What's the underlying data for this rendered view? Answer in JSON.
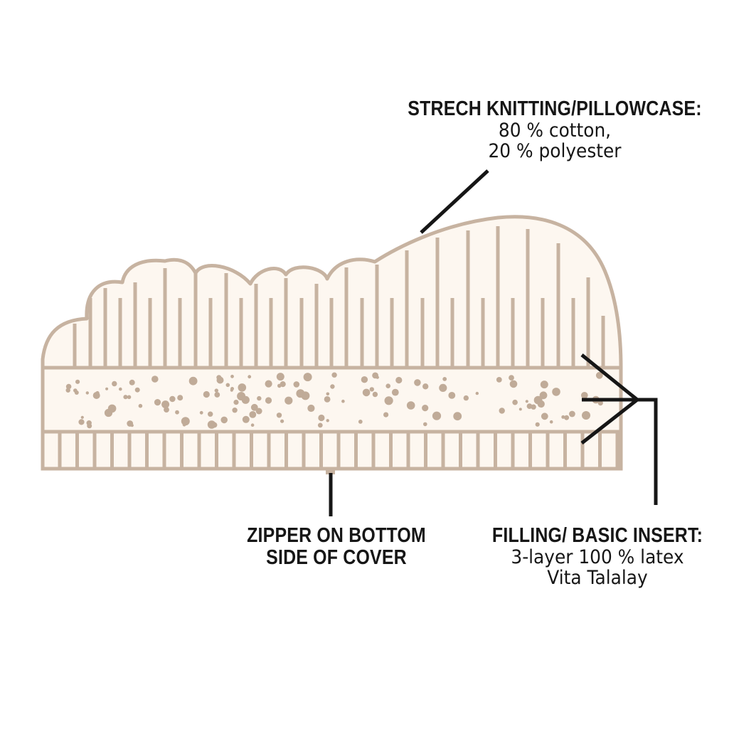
{
  "labels": {
    "knitting": {
      "title": "STRECH KNITTING/PILLOWCASE:",
      "line1": "80 % cotton,",
      "line2": "20 % polyester"
    },
    "zipper": {
      "line1": "ZIPPER ON BOTTOM",
      "line2": "SIDE OF COVER"
    },
    "filling": {
      "title": "FILLING/ BASIC INSERT:",
      "line1": "3-layer 100 % latex",
      "line2": "Vita Talalay"
    }
  },
  "colors": {
    "outline": "#c7b3a1",
    "fill": "#fdf7f0",
    "dots": "#c0ab98",
    "leader": "#161616"
  }
}
